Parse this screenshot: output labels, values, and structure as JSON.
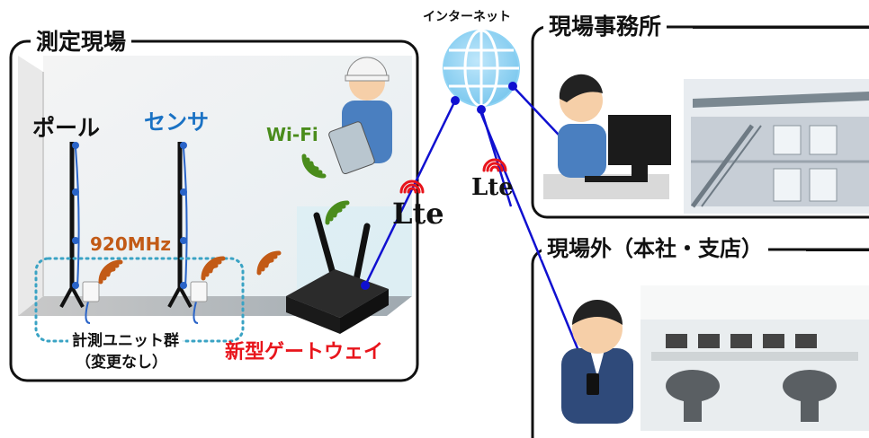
{
  "site": {
    "title": "測定現場",
    "pole_label": "ポール",
    "sensor_label": "センサ",
    "wifi_label": "Wi-Fi",
    "frequency_label": "920MHz",
    "unit_group_line1": "計測ユニット群",
    "unit_group_line2": "（変更なし）",
    "gateway_label": "新型ゲートウェイ"
  },
  "network": {
    "internet_label": "インターネット",
    "lte_label": "Lte"
  },
  "office": {
    "title": "現場事務所"
  },
  "remote": {
    "title": "現場外（本社・支店）"
  },
  "colors": {
    "sensor_blue": "#1a72c4",
    "gateway_red": "#e8141b",
    "wifi_green": "#4a8c1c",
    "freq_orange": "#c25a16",
    "link_blue": "#1010d0"
  }
}
